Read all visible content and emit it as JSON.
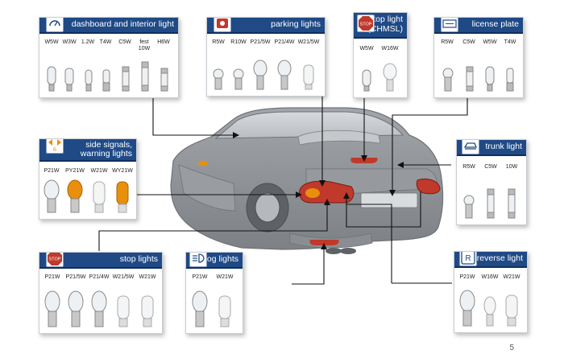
{
  "page_number": "5",
  "cards": {
    "dashboard": {
      "title": "dashboard and interior light",
      "codes": [
        "W5W",
        "W3W",
        "1.2W",
        "T4W",
        "C5W",
        "fest\n10W",
        "H6W"
      ]
    },
    "parking": {
      "title": "parking lights",
      "codes": [
        "R5W",
        "R10W",
        "P21/5W",
        "P21/4W",
        "W21/5W"
      ]
    },
    "stop_light": {
      "title_line1": "stop light",
      "title_line2": "(CHMSL)",
      "codes": [
        "W5W",
        "W16W"
      ],
      "badge_text": "STOP"
    },
    "license": {
      "title": "license plate",
      "codes": [
        "R5W",
        "C5W",
        "W5W",
        "T4W"
      ]
    },
    "side": {
      "title_line1": "side signals,",
      "title_line2": "warning lights",
      "codes": [
        "P21W",
        "PY21W",
        "W21W",
        "WY21W"
      ]
    },
    "trunk": {
      "title": "trunk light",
      "codes": [
        "R5W",
        "C5W",
        "10W"
      ]
    },
    "stop": {
      "title": "stop lights",
      "codes": [
        "P21W",
        "P21/5W",
        "P21/4W",
        "W21/5W",
        "W21W"
      ],
      "badge_text": "STOP"
    },
    "fog": {
      "title": "fog lights",
      "codes": [
        "P21W",
        "W21W"
      ]
    },
    "reverse": {
      "title": "reverse light",
      "codes": [
        "P21W",
        "W16W",
        "W21W"
      ],
      "badge_text": "R"
    }
  },
  "colors": {
    "header": "#1f4a86",
    "car": "#8e9296",
    "lamp_red": "#c0392b",
    "amber": "#e8900b"
  }
}
